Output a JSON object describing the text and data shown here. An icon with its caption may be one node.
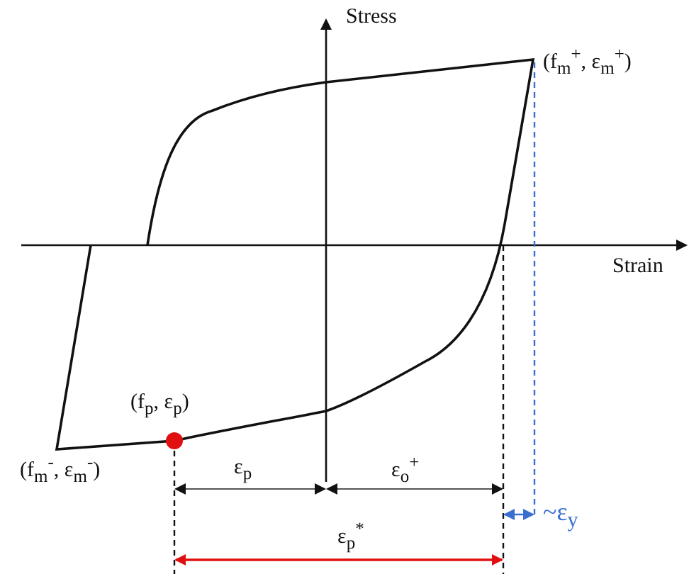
{
  "diagram": {
    "labels": [
      "Stress",
      "(f$_{m}$$^{+}$, ε$_{m}$$^{+}$)",
      "Strain",
      "(f$_{p}$, ε$_{p}$)",
      "(f$_{m}$$^{-}$, ε$_{m}$$^{-}$)",
      "ε$_{p}$",
      "ε$_{o}$$^{+}$",
      "~ε$_{y}$",
      "ε$_{p}$$^{*}$"
    ]
  }
}
